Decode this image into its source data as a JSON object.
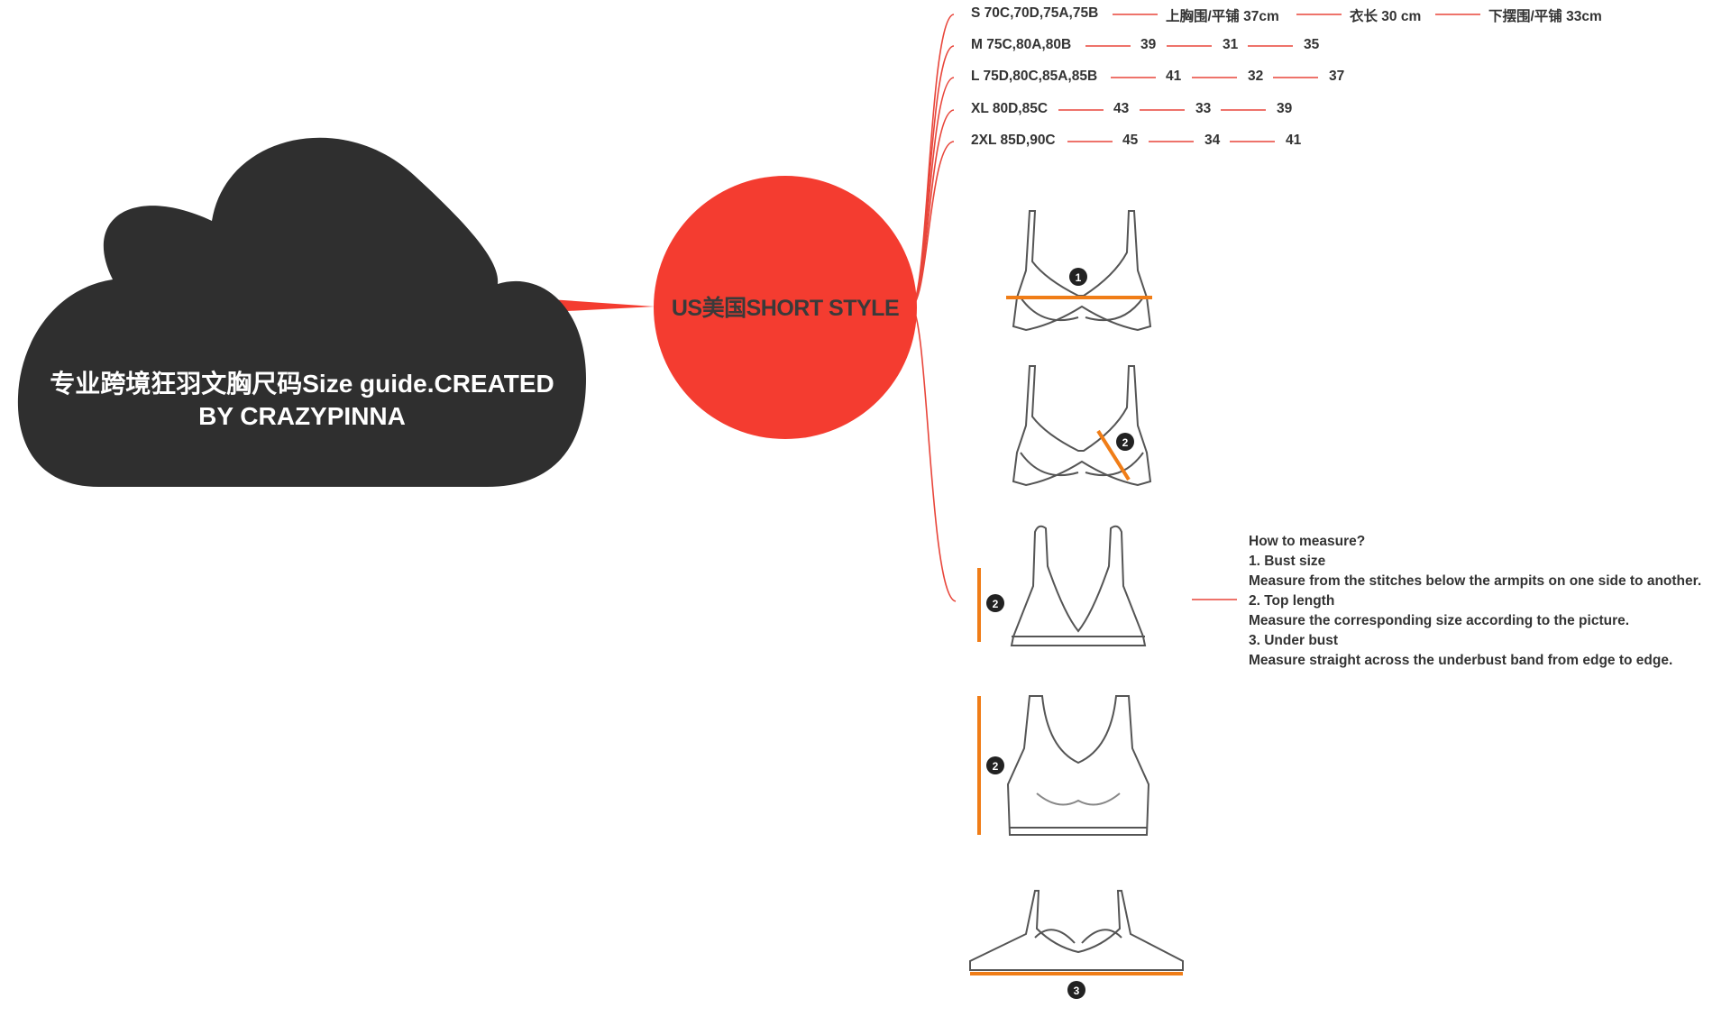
{
  "root": {
    "title": "专业跨境狂羽文胸尺码Size guide.CREATED BY CRAZYPINNA"
  },
  "center": {
    "title": "US美国SHORT STYLE"
  },
  "size_rows": [
    {
      "size": "S 70C,70D,75A,75B",
      "bust": "上胸围/平铺 37cm",
      "length": "衣长 30 cm",
      "under": "下摆围/平铺 33cm"
    },
    {
      "size": "M 75C,80A,80B",
      "bust": "39",
      "length": "31",
      "under": "35"
    },
    {
      "size": "L 75D,80C,85A,85B",
      "bust": "41",
      "length": "32",
      "under": "37"
    },
    {
      "size": "XL 80D,85C",
      "bust": "43",
      "length": "33",
      "under": "39"
    },
    {
      "size": "2XL 85D,90C",
      "bust": "45",
      "length": "34",
      "under": "41"
    }
  ],
  "markers": {
    "one": "1",
    "two": "2",
    "three": "3"
  },
  "how_to": {
    "heading": "How to measure?",
    "item1_title": "1. Bust size",
    "item1_text": "Measure from the stitches below the armpits on one side to another.",
    "item2_title": "2. Top length",
    "item2_text": "Measure the corresponding size according to the picture.",
    "item3_title": "3. Under bust",
    "item3_text": "Measure straight across the underbust band from edge to edge."
  },
  "colors": {
    "cloud": "#2f2f2f",
    "accent": "#f43c30",
    "branch": "#e8453a",
    "measure": "#f07d17",
    "line_art": "#555555"
  },
  "icons": [
    "cloud-shape",
    "bra-diagram-bust",
    "bra-diagram-cup",
    "bralette-diagram-length",
    "sportsbra-diagram-length",
    "bra-diagram-underbust"
  ]
}
